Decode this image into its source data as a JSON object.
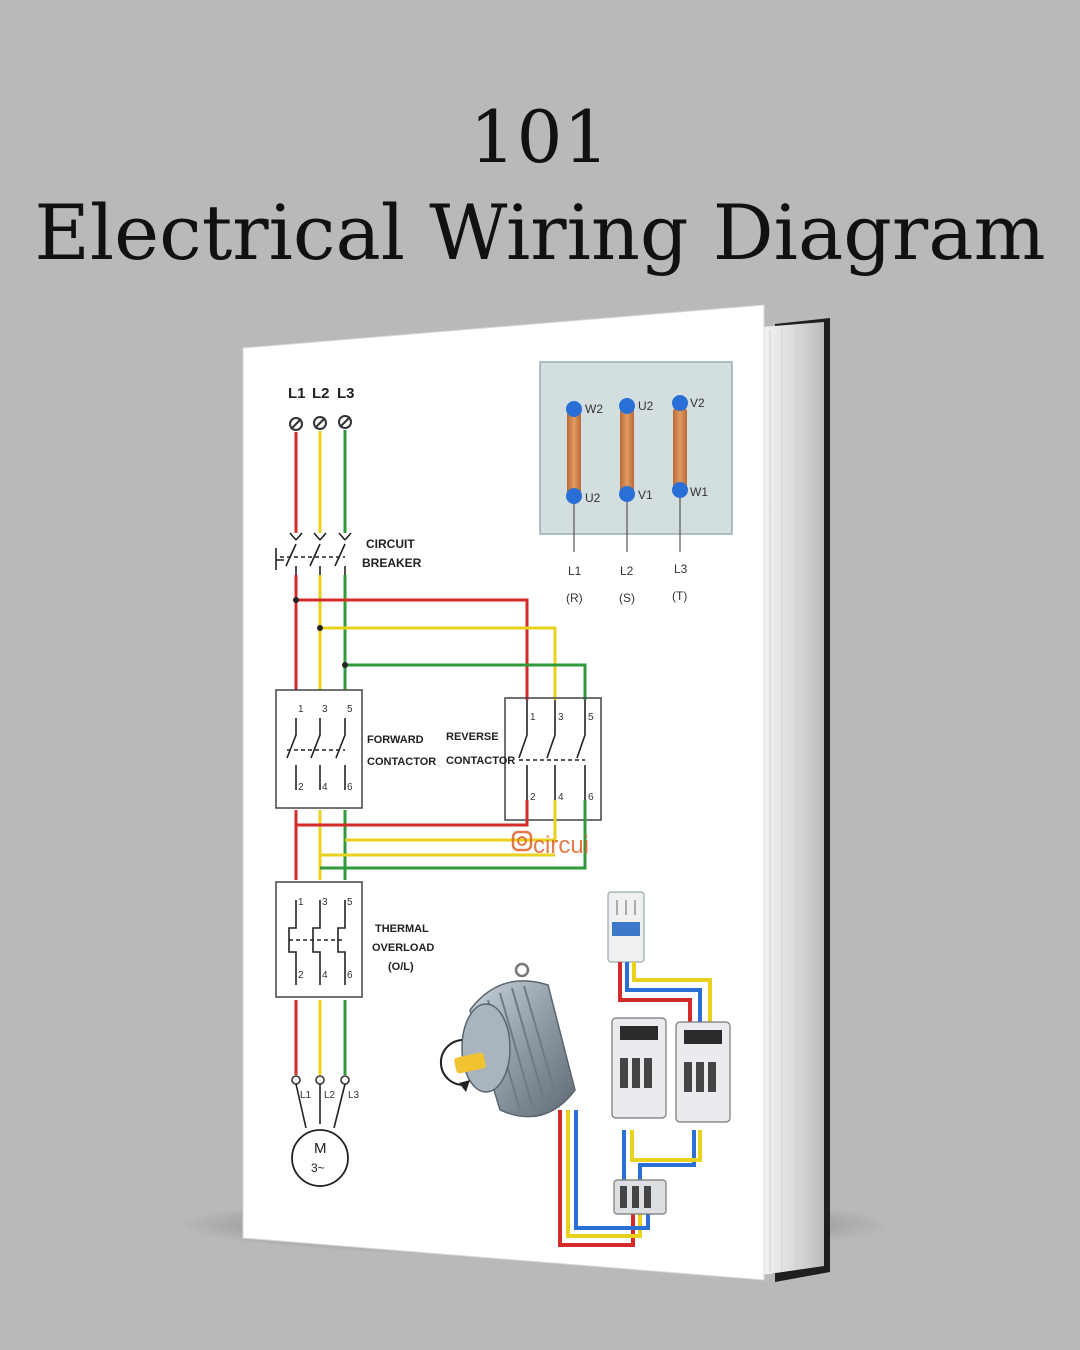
{
  "cover": {
    "title_number": "101",
    "title_text": "Electrical Wiring Diagram"
  },
  "diagram": {
    "lines": [
      "L1",
      "L2",
      "L3"
    ],
    "circuit_breaker": [
      "CIRCUIT",
      "BREAKER"
    ],
    "forward_contactor": [
      "FORWARD",
      "CONTACTOR"
    ],
    "reverse_contactor": [
      "REVERSE",
      "CONTACTOR"
    ],
    "thermal_overload": [
      "THERMAL",
      "OVERLOAD",
      "(O/L)"
    ],
    "terminal_top": [
      "1",
      "3",
      "5"
    ],
    "terminal_bottom": [
      "2",
      "4",
      "6"
    ],
    "motor_terminals": [
      "L1",
      "L2",
      "L3"
    ],
    "motor_symbol": [
      "M",
      "3~"
    ],
    "motor_box": {
      "top_labels": [
        "W2",
        "U2",
        "V2"
      ],
      "bottom_labels": [
        "U2",
        "V1",
        "W1"
      ],
      "supply_labels": [
        "L1",
        "L2",
        "L3"
      ],
      "phase_labels": [
        "(R)",
        "(S)",
        "(T)"
      ]
    },
    "watermark": "circui",
    "wire_colors": {
      "l1": "#d42a2a",
      "l2": "#e8d21d",
      "l3": "#2e9a3c"
    }
  }
}
